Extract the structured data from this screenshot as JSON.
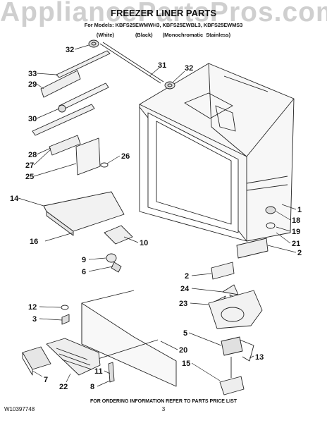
{
  "watermark": "AppliancePartsPros.com",
  "header": {
    "title": "FREEZER LINER PARTS",
    "models": "For Models: KBFS25EWMWH3, KBFS25EWBL3, KBFS25EWMS3",
    "variants": [
      "(White)",
      "(Black)",
      "(Monochromatic Stainless)"
    ]
  },
  "callouts": {
    "c32a": "32",
    "c31": "31",
    "c32b": "32",
    "c33": "33",
    "c29": "29",
    "c30": "30",
    "c28": "28",
    "c27": "27",
    "c26": "26",
    "c25": "25",
    "c14": "14",
    "c1": "1",
    "c18": "18",
    "c19": "19",
    "c16": "16",
    "c10": "10",
    "c21": "21",
    "c2a": "2",
    "c9": "9",
    "c6": "6",
    "c2b": "2",
    "c24": "24",
    "c23": "23",
    "c12": "12",
    "c3": "3",
    "c5": "5",
    "c20": "20",
    "c13": "13",
    "c11": "11",
    "c15": "15",
    "c7": "7",
    "c22": "22",
    "c8": "8"
  },
  "footer": {
    "note": "FOR ORDERING INFORMATION REFER TO PARTS PRICE LIST",
    "doc_number": "W10397748",
    "page_number": "3"
  }
}
